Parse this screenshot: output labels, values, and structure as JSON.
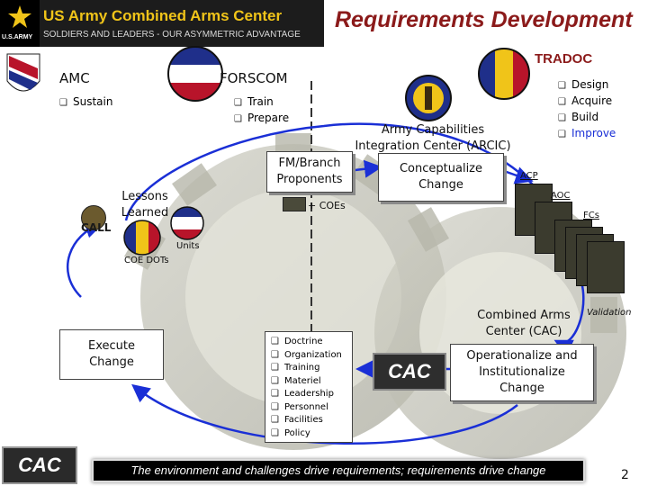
{
  "header": {
    "title": "US Army Combined Arms Center",
    "subtitle": "SOLDIERS AND LEADERS - OUR ASYMMETRIC ADVANTAGE",
    "army_logo_text": "U.S.ARMY"
  },
  "main_title": "Requirements Development",
  "nodes": {
    "amc": {
      "label": "AMC",
      "bullets": [
        "Sustain"
      ]
    },
    "forscom": {
      "label": "FORSCOM",
      "bullets": [
        "Train",
        "Prepare"
      ]
    },
    "tradoc": {
      "label": "TRADOC",
      "bullets": [
        "Design",
        "Acquire",
        "Build",
        "Improve"
      ]
    },
    "arcic": {
      "label": "Army Capabilities\nIntegration Center (ARCIC)"
    },
    "fm_branch": {
      "label": "FM/Branch\nProponents"
    },
    "coes": {
      "label": "+ COEs"
    },
    "conceptualize": {
      "label": "Conceptualize\nChange"
    },
    "acp": {
      "label": "ACP"
    },
    "aoc": {
      "label": "AOC"
    },
    "fcs": {
      "label": "FCs"
    },
    "lessons": {
      "label": "Lessons\nLearned"
    },
    "call": {
      "label": "CALL"
    },
    "units": {
      "label": "Units"
    },
    "coe_dots": {
      "label": "COE DOTs"
    },
    "execute": {
      "label": "Execute\nChange"
    },
    "cac_node": {
      "label": "Combined Arms\nCenter (CAC)"
    },
    "validation": {
      "label": "Validation"
    },
    "operationalize": {
      "label": "Operationalize and\nInstitutionalize\nChange"
    },
    "dotmlpf": [
      "Doctrine",
      "Organization",
      "Training",
      "Materiel",
      "Leadership",
      "Personnel",
      "Facilities",
      "Policy"
    ]
  },
  "cac_logo_text": "CAC",
  "footer": "The environment and challenges drive requirements; requirements drive change",
  "page_number": "2",
  "colors": {
    "title_red": "#8b1a1a",
    "gold": "#f0c419",
    "arrow_blue": "#1a2fd6",
    "improve_blue": "#1a2fd6"
  }
}
